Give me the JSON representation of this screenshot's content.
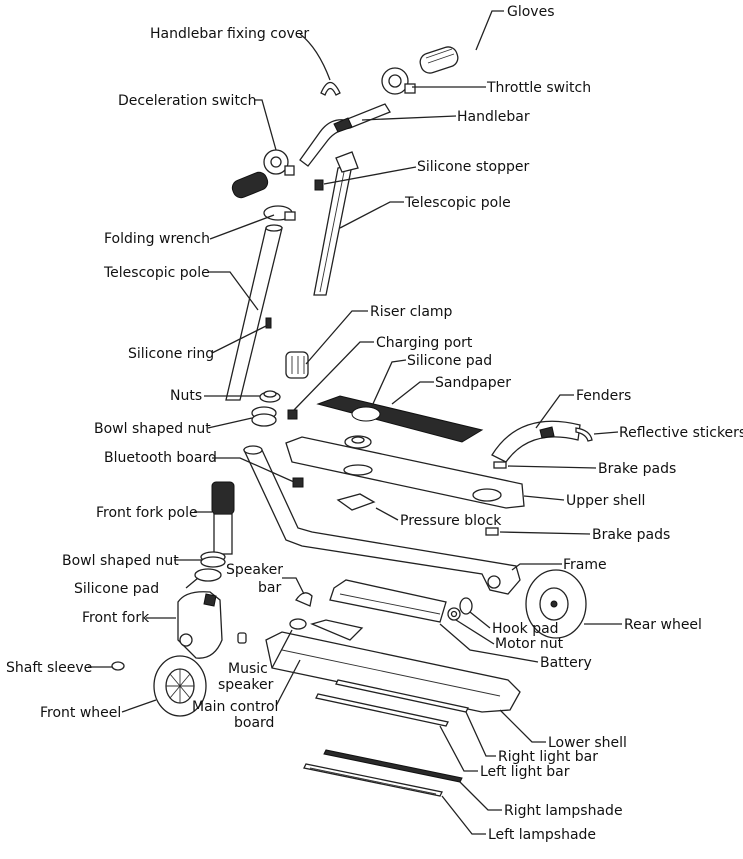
{
  "labels": {
    "gloves": "Gloves",
    "handlebar_fixing_cover": "Handlebar fixing cover",
    "throttle_switch": "Throttle switch",
    "deceleration_switch": "Deceleration switch",
    "handlebar": "Handlebar",
    "silicone_stopper": "Silicone stopper",
    "telescopic_pole_right": "Telescopic pole",
    "folding_wrench": "Folding wrench",
    "telescopic_pole_left": "Telescopic pole",
    "riser_clamp": "Riser clamp",
    "charging_port": "Charging port",
    "silicone_ring": "Silicone ring",
    "silicone_pad_top": "Silicone pad",
    "sandpaper": "Sandpaper",
    "nuts": "Nuts",
    "fenders": "Fenders",
    "bowl_shaped_nut_top": "Bowl shaped nut",
    "reflective_stickers": "Reflective stickers",
    "bluetooth_board": "Bluetooth board",
    "brake_pads_top": "Brake pads",
    "upper_shell": "Upper shell",
    "front_fork_pole": "Front fork pole",
    "pressure_block": "Pressure block",
    "brake_pads_bottom": "Brake pads",
    "bowl_shaped_nut_bottom": "Bowl shaped nut",
    "frame": "Frame",
    "speaker_line1": "Speaker",
    "speaker_line2": "bar",
    "silicone_pad_bottom": "Silicone pad",
    "front_fork": "Front fork",
    "rear_wheel": "Rear wheel",
    "hook_pad": "Hook pad",
    "motor_nut": "Motor nut",
    "shaft_sleeve": "Shaft sleeve",
    "music_line1": "Music",
    "music_line2": "speaker",
    "battery": "Battery",
    "front_wheel": "Front wheel",
    "main_control_line1": "Main control",
    "main_control_line2": "board",
    "lower_shell": "Lower shell",
    "right_light_bar": "Right light bar",
    "left_light_bar": "Left light bar",
    "right_lampshade": "Right lampshade",
    "left_lampshade": "Left lampshade"
  }
}
